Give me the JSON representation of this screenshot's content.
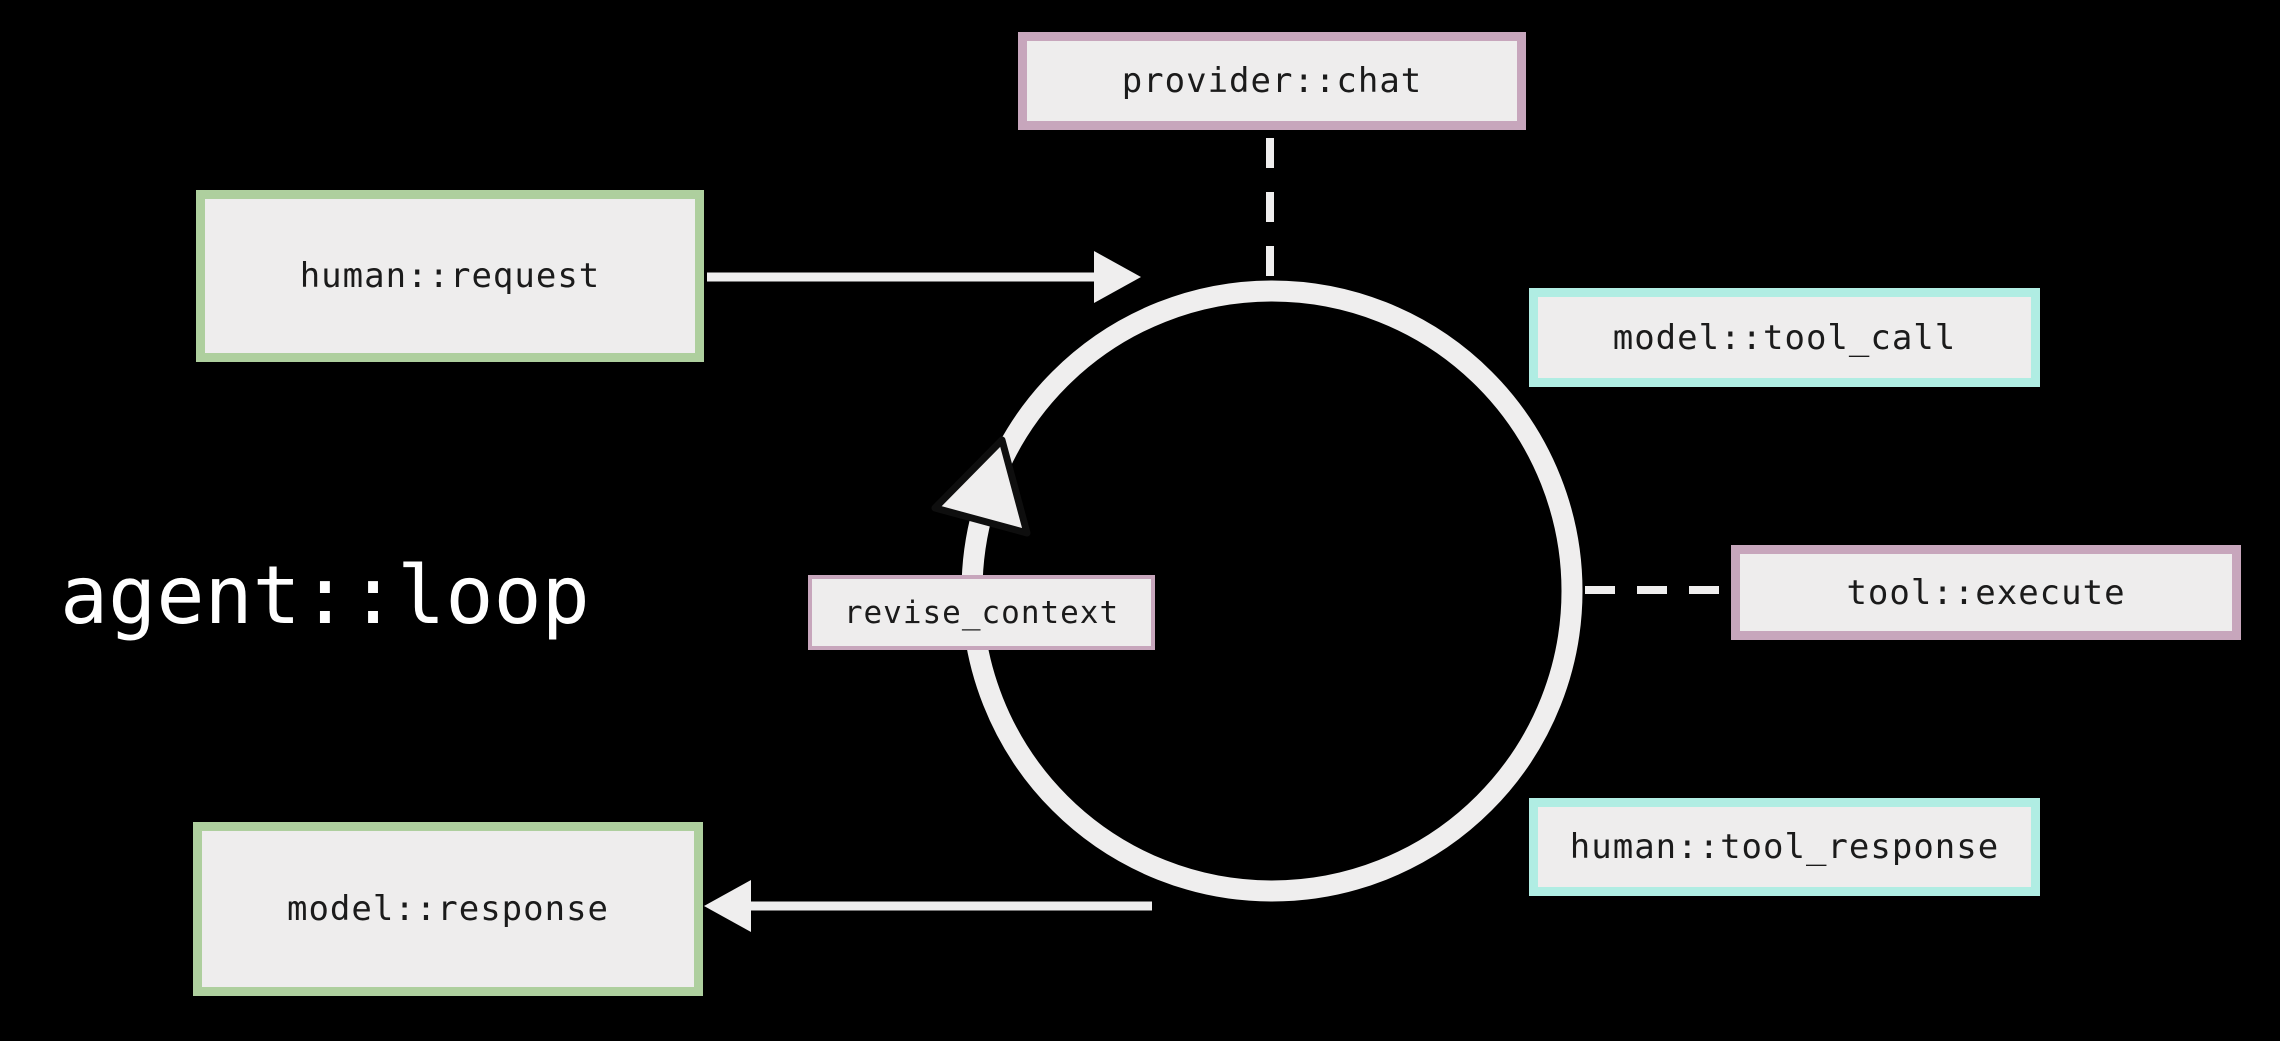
{
  "background_color": "#000000",
  "title": {
    "label": "agent::loop",
    "color": "#FFFFFF"
  },
  "boxes": {
    "provider_chat": {
      "label": "provider::chat",
      "border_color": "#C7A6BC"
    },
    "human_request": {
      "label": "human::request",
      "border_color": "#AECF9E"
    },
    "model_tool_call": {
      "label": "model::tool_call",
      "border_color": "#B0EDE3"
    },
    "tool_execute": {
      "label": "tool::execute",
      "border_color": "#C7A6BC"
    },
    "human_tool_response": {
      "label": "human::tool_response",
      "border_color": "#B0EDE3"
    },
    "model_response": {
      "label": "model::response",
      "border_color": "#AECF9E"
    },
    "revise_context": {
      "label": "revise_context",
      "border_color": "#C7A6BC"
    }
  },
  "box_style": {
    "fill_color": "#EEEDED",
    "text_color": "#1B1B1B"
  },
  "loop": {
    "line_color": "#EFEEEE",
    "direction": "counterclockwise"
  },
  "edges": [
    {
      "from": "human_request",
      "to": "loop",
      "style": "solid-arrow"
    },
    {
      "from": "loop",
      "to": "model_response",
      "style": "solid-arrow"
    },
    {
      "from": "provider_chat",
      "to": "loop",
      "style": "dashed-line"
    },
    {
      "from": "loop",
      "to": "tool_execute",
      "style": "dashed-line"
    },
    {
      "from": "loop",
      "to": "loop",
      "style": "rotation-arrowhead"
    }
  ]
}
